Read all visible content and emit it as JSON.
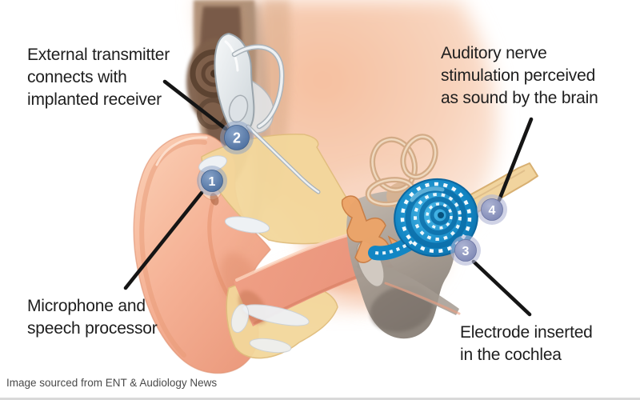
{
  "diagram": {
    "subject": "cochlear-implant-ear-anatomy",
    "caption": "Image sourced from ENT & Audiology News"
  },
  "labels": {
    "external_transmitter": {
      "line1": "External transmitter",
      "line2": "connects with",
      "line3": "implanted receiver"
    },
    "auditory_nerve": {
      "line1": "Auditory nerve",
      "line2": "stimulation perceived",
      "line3": "as sound by the brain"
    },
    "microphone": {
      "line1": "Microphone and",
      "line2": "speech processor"
    },
    "electrode": {
      "line1": "Electrode inserted",
      "line2": "in the cochlea"
    }
  },
  "badges": {
    "b1": "1",
    "b2": "2",
    "b3": "3",
    "b4": "4"
  },
  "colors": {
    "annotation_line": "#151515",
    "badge_dark_blue": "#537098",
    "badge_light_blue": "#8a92bd",
    "cochlea_blue": "#1b8ec9",
    "bone_yellow": "#f3d79b",
    "skin_peach": "#f5b193",
    "label_text": "#1e1e1e",
    "caption_text": "#4a4a4a"
  }
}
